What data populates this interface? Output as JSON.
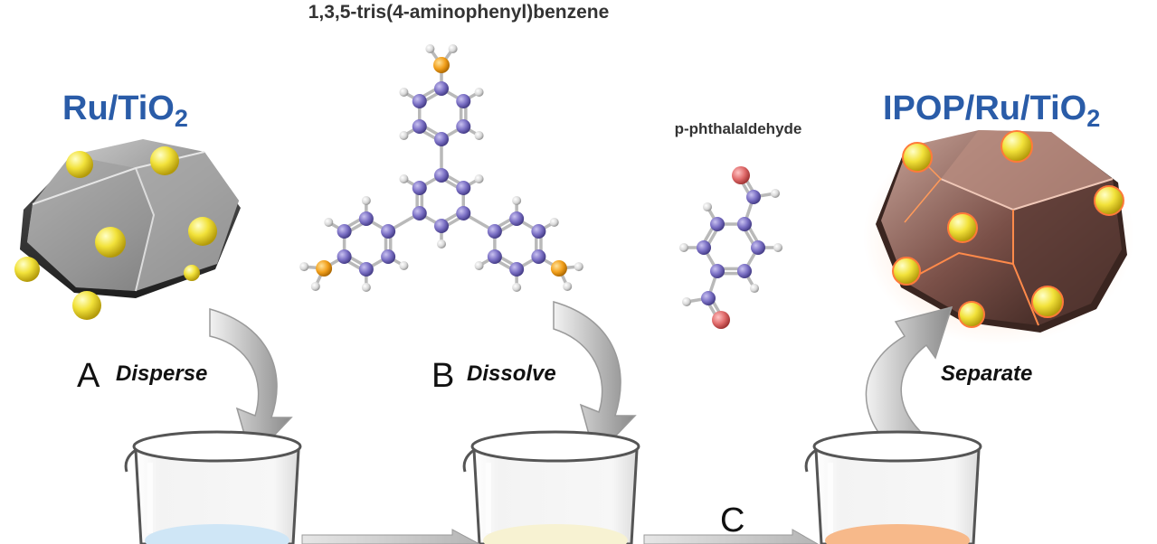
{
  "labels": {
    "tab_name": "1,3,5-tris(4-aminophenyl)benzene",
    "pda_name": "p-phthalaldehyde",
    "catalyst": {
      "main": "Ru/TiO",
      "sub": "2"
    },
    "product": {
      "main": "IPOP/Ru/TiO",
      "sub": "2"
    }
  },
  "steps": [
    {
      "letter": "A",
      "action": "Disperse"
    },
    {
      "letter": "B",
      "action": "Dissolve"
    },
    {
      "letter": "C",
      "action": ""
    },
    {
      "letter": "",
      "action": "Separate"
    }
  ],
  "colors": {
    "title": "#2a5ca8",
    "carbon": "#7a6fc4",
    "nitrogen": "#f2a01c",
    "oxygen": "#e06a6a",
    "hydrogen": "#d8d8d8",
    "ru": "#f2e23a",
    "tio2": "#8a8a8a",
    "product": "#6a4a42",
    "solution_a": "#cfe6f6",
    "solution_b": "#f7f2d2",
    "solution_c": "#f7b98a"
  }
}
